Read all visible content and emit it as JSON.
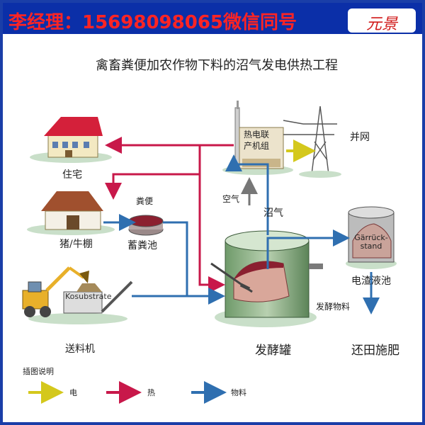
{
  "banner": {
    "contact": "李经理：15698098065微信同号",
    "logo": "元景"
  },
  "title": "禽畜粪便加农作物下料的沼气发电供热工程",
  "labels": {
    "house": "住宅",
    "barn": "猪/牛棚",
    "manure": "粪便",
    "pool": "蓄粪池",
    "chp": "热电联产机组",
    "grid": "并网",
    "air": "空气",
    "biogas": "沼气",
    "residue_pool": "电渣液池",
    "residue_tank_text": "Gärrück-stand",
    "feed_material": "发酵物料",
    "feeder": "送料机",
    "cosubstrate": "Kosubstrate",
    "digester": "发酵罐",
    "fertilizer": "还田施肥"
  },
  "legend": {
    "title": "插图说明",
    "items": [
      {
        "label": "电",
        "color": "#d4c81c"
      },
      {
        "label": "热",
        "color": "#c8184a"
      },
      {
        "label": "物料",
        "color": "#2f6fb0"
      }
    ]
  },
  "colors": {
    "electric": "#d4c81c",
    "heat": "#c8184a",
    "material": "#2f6fb0",
    "banner_bg": "#0b2fa8",
    "banner_text": "#ff2424"
  }
}
